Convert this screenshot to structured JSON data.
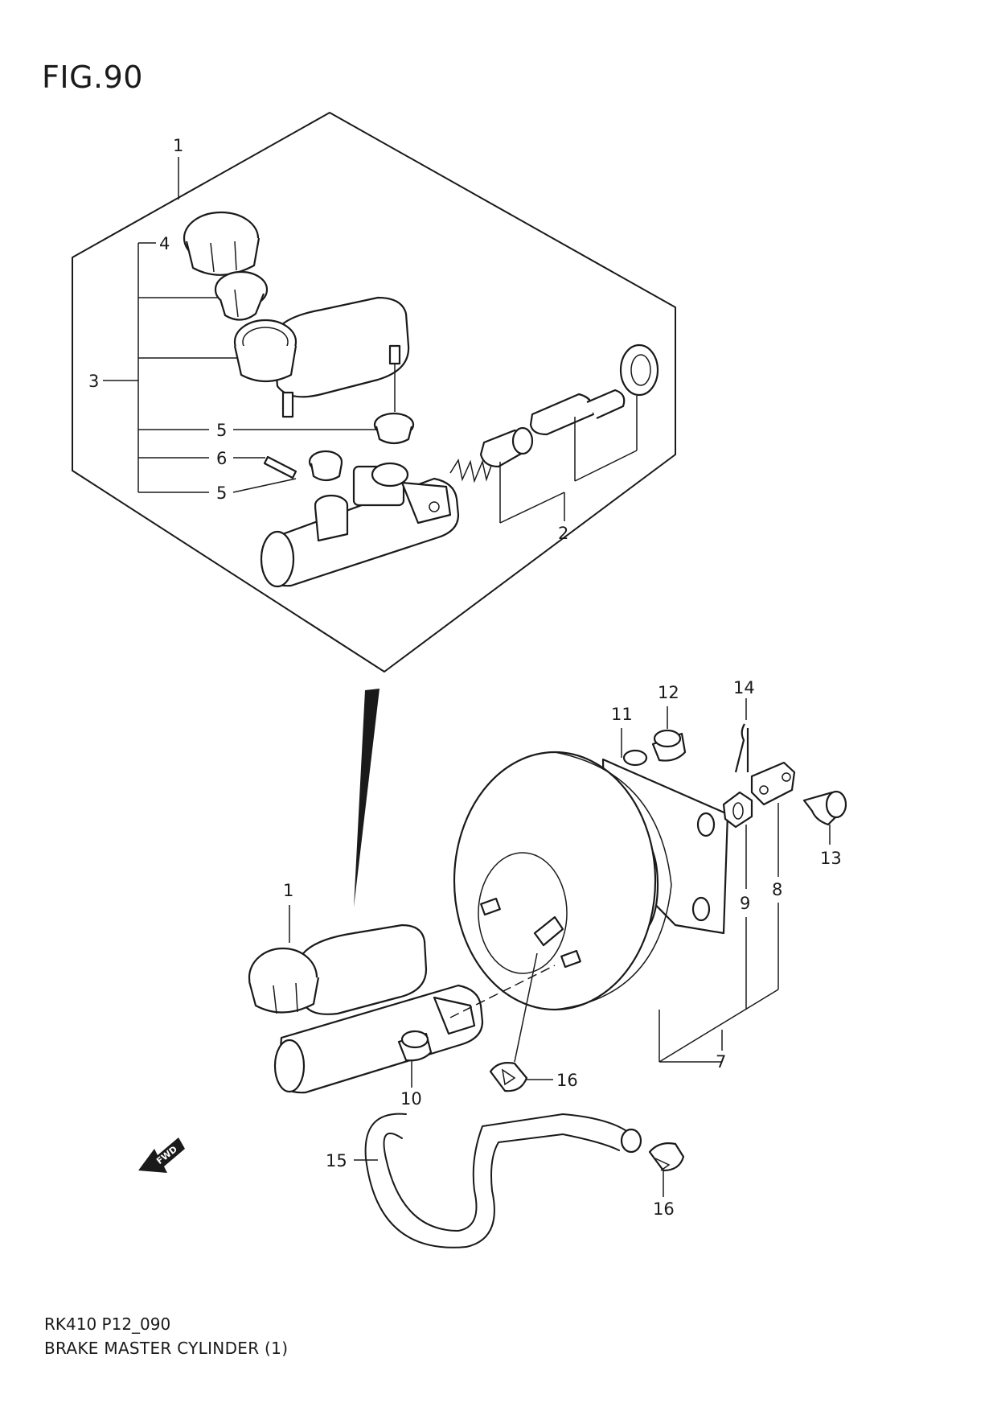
{
  "figure": {
    "title": "FIG.90"
  },
  "footer": {
    "model_code": "RK410 P12_090",
    "diagram_name": "BRAKE MASTER CYLINDER (1)"
  },
  "fwd_label": "FWD",
  "callouts": {
    "c1_top": "1",
    "c2": "2",
    "c3": "3",
    "c4": "4",
    "c5a": "5",
    "c6": "6",
    "c5b": "5",
    "c12": "12",
    "c14": "14",
    "c11": "11",
    "c13": "13",
    "c1_bottom": "1",
    "c9": "9",
    "c8": "8",
    "c7": "7",
    "c16a": "16",
    "c10": "10",
    "c15": "15",
    "c16b": "16"
  }
}
